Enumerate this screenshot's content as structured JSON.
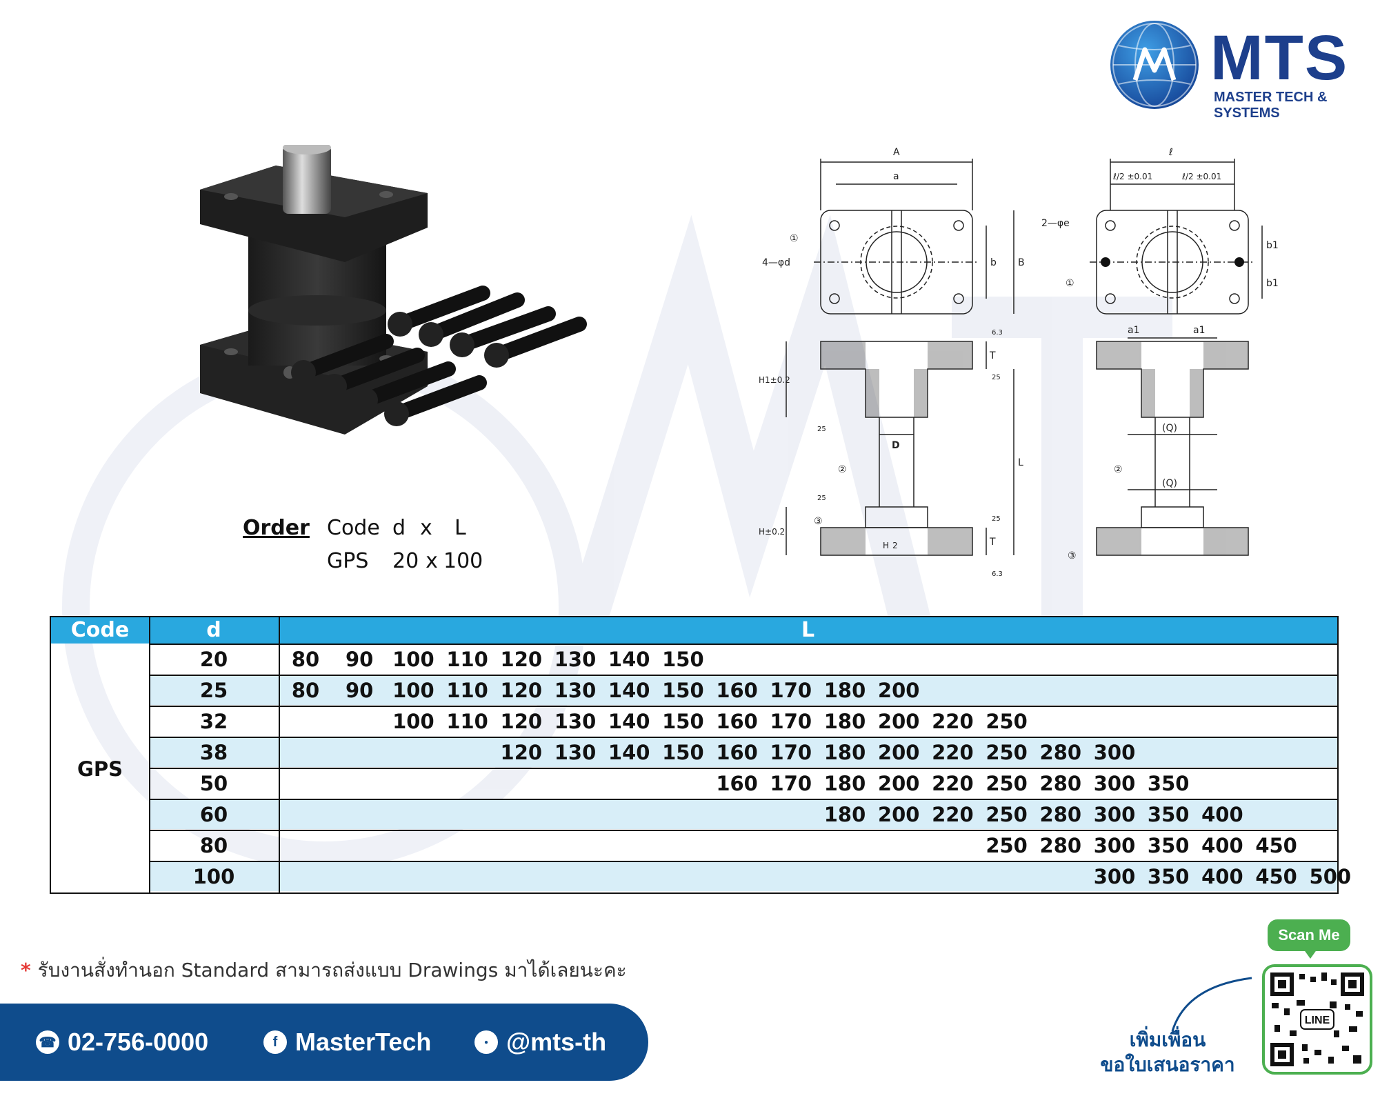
{
  "brand": {
    "name": "MTS",
    "tagline": "MASTER TECH & SYSTEMS",
    "color": "#1d3f8c"
  },
  "order": {
    "label": "Order",
    "header": [
      "Code",
      "d",
      "x",
      "L"
    ],
    "example": [
      "GPS",
      "20",
      "x",
      "100"
    ]
  },
  "drawing": {
    "dims": {
      "A": "A",
      "a": "a",
      "ell": "ℓ",
      "half_tol_left": "ℓ/2 ±0.01",
      "half_tol_right": "ℓ/2 ±0.01",
      "two_phi_e": "2—φe",
      "four_phi_d": "4—φd",
      "b": "b",
      "B": "B",
      "b1_top": "b1",
      "b1_bot": "b1",
      "a1_left": "a1",
      "a1_right": "a1",
      "H1": "H1±0.2",
      "H": "H±0.2",
      "T_top": "T",
      "T_bot": "T",
      "D": "D",
      "L": "L",
      "Q_top": "(Q)",
      "Q_bot": "(Q)",
      "h": "H",
      "two": "2",
      "c1": "①",
      "c2": "②",
      "c3": "③",
      "r63a": "6.3",
      "r25a": "25",
      "r25b": "25",
      "r25c": "25",
      "r25d": "25",
      "r63b": "6.3"
    }
  },
  "table": {
    "headers": {
      "code": "Code",
      "d": "d",
      "L": "L"
    },
    "code": "GPS",
    "header_color": "#29a8df",
    "shade_color": "#d8eef8",
    "rows": [
      {
        "d": "20",
        "L": [
          "80",
          "90",
          "100",
          "110",
          "120",
          "130",
          "140",
          "150"
        ]
      },
      {
        "d": "25",
        "L": [
          "80",
          "90",
          "100",
          "110",
          "120",
          "130",
          "140",
          "150",
          "160",
          "170",
          "180",
          "200"
        ]
      },
      {
        "d": "32",
        "L": [
          "100",
          "110",
          "120",
          "130",
          "140",
          "150",
          "160",
          "170",
          "180",
          "200",
          "220",
          "250"
        ]
      },
      {
        "d": "38",
        "L": [
          "120",
          "130",
          "140",
          "150",
          "160",
          "170",
          "180",
          "200",
          "220",
          "250",
          "280",
          "300"
        ]
      },
      {
        "d": "50",
        "L": [
          "160",
          "170",
          "180",
          "200",
          "220",
          "250",
          "280",
          "300",
          "350"
        ]
      },
      {
        "d": "60",
        "L": [
          "180",
          "200",
          "220",
          "250",
          "280",
          "300",
          "350",
          "400"
        ]
      },
      {
        "d": "80",
        "L": [
          "250",
          "280",
          "300",
          "350",
          "400",
          "450"
        ]
      },
      {
        "d": "100",
        "L": [
          "300",
          "350",
          "400",
          "450",
          "500"
        ]
      }
    ]
  },
  "note": {
    "star": "*",
    "text": "รับงานสั่งทำนอก Standard สามารถส่งแบบ Drawings มาได้เลยนะคะ"
  },
  "contact": {
    "phone": "02-756-0000",
    "facebook": "MasterTech",
    "line": "@mts-th",
    "bar_color": "#0f4c8c"
  },
  "qr": {
    "scan_label": "Scan Me",
    "center_label": "LINE",
    "caption_line1": "เพิ่มเพื่อน",
    "caption_line2": "ขอใบเสนอราคา"
  }
}
